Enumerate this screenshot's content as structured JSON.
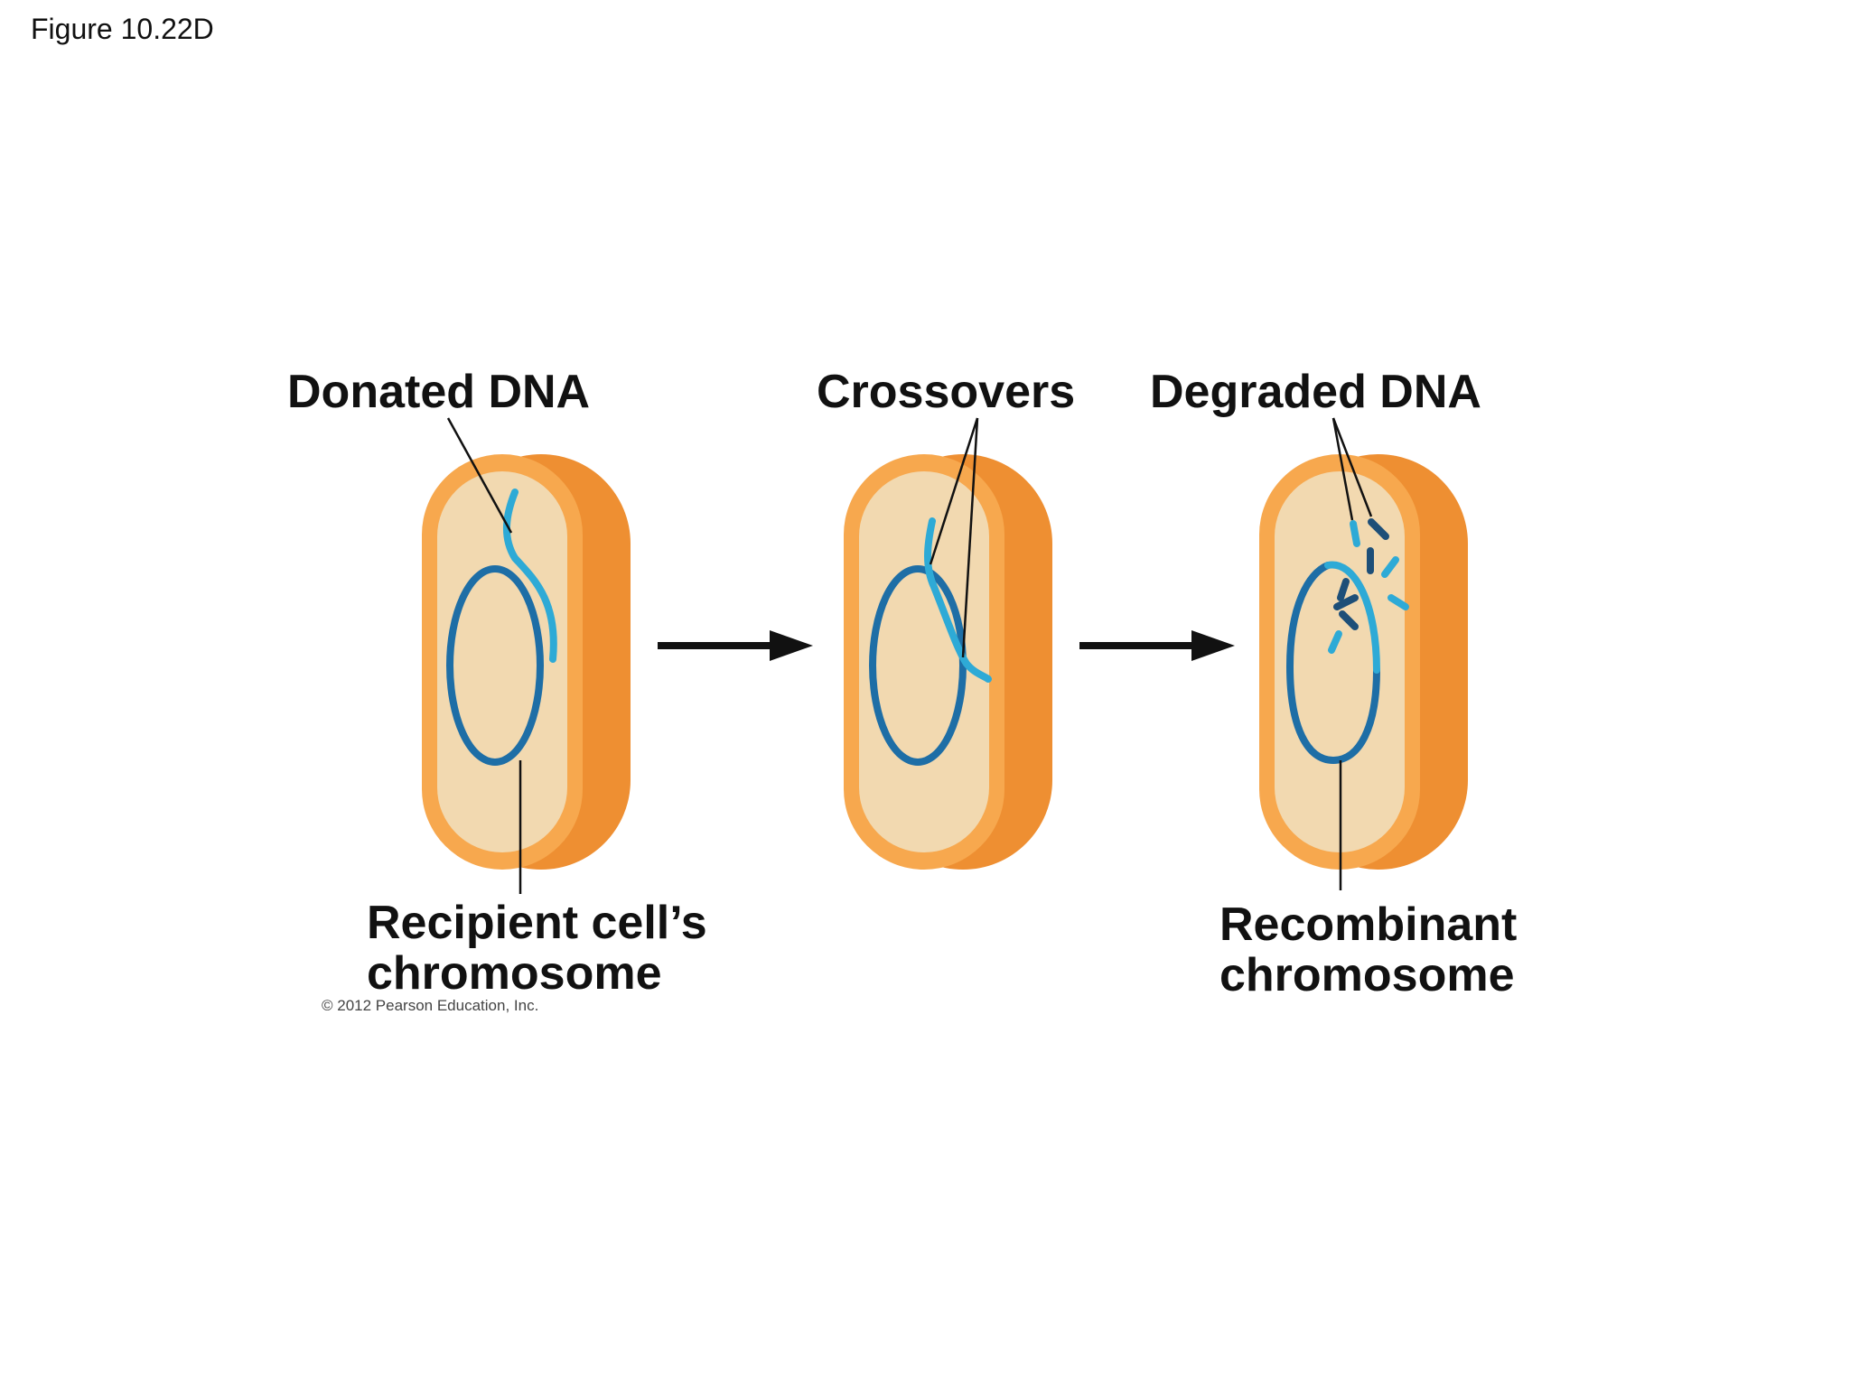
{
  "figure": {
    "label": "Figure 10.22D"
  },
  "labels": {
    "donated_dna": "Donated DNA",
    "crossovers": "Crossovers",
    "degraded_dna": "Degraded DNA",
    "recipient_line1": "Recipient cell’s",
    "recipient_line2": "chromosome",
    "recombinant_line1": "Recombinant",
    "recombinant_line2": "chromosome"
  },
  "copyright": "© 2012 Pearson Education, Inc.",
  "colors": {
    "cell_outer": "#f5a04a",
    "cell_side": "#ee8f32",
    "cell_inner": "#f2d9b0",
    "chromosome": "#1e6ea6",
    "donated_dna": "#2eaad6",
    "degraded_dark": "#1e4f78",
    "arrow": "#111111"
  }
}
